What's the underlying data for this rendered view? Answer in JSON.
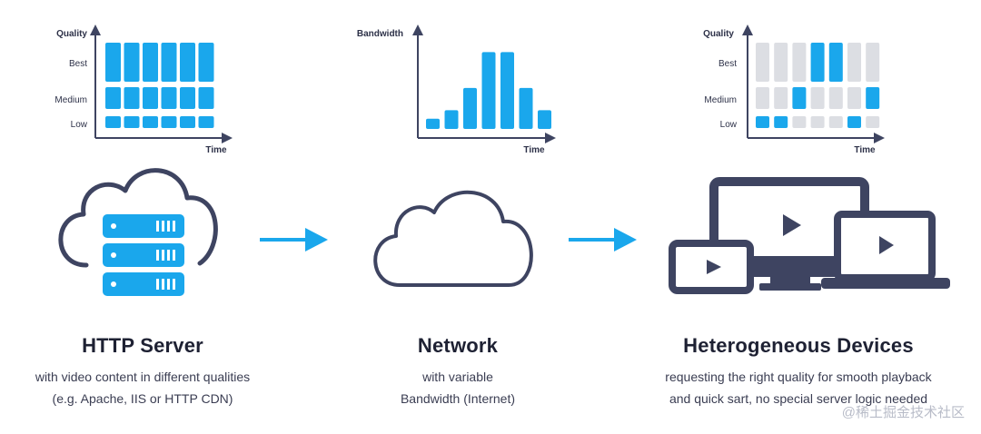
{
  "colors": {
    "accent": "#1aa7ec",
    "inactive": "#dcdee3",
    "ink": "#3e4461",
    "arrow": "#1aa7ec"
  },
  "charts": {
    "server": {
      "y_title": "Quality",
      "x_title": "Time",
      "levels": [
        "Best",
        "Medium",
        "Low"
      ]
    },
    "network": {
      "y_title": "Bandwidth",
      "x_title": "Time"
    },
    "devices": {
      "y_title": "Quality",
      "x_title": "Time",
      "levels": [
        "Best",
        "Medium",
        "Low"
      ]
    }
  },
  "chart_data": [
    {
      "type": "bar",
      "title": "",
      "ylabel": "Quality",
      "xlabel": "Time",
      "y_categories": [
        "Low",
        "Medium",
        "Best"
      ],
      "series": [
        {
          "values": [
            "Best",
            "Best",
            "Best",
            "Best",
            "Best",
            "Best"
          ]
        }
      ],
      "note_levels_available_per_slot": [
        "Low",
        "Medium",
        "Best"
      ]
    },
    {
      "type": "bar",
      "title": "",
      "ylabel": "Bandwidth",
      "xlabel": "Time",
      "ylim": [
        0,
        100
      ],
      "values": [
        12,
        22,
        48,
        90,
        90,
        48,
        22
      ]
    },
    {
      "type": "bar",
      "title": "",
      "ylabel": "Quality",
      "xlabel": "Time",
      "y_categories": [
        "Low",
        "Medium",
        "Best"
      ],
      "series": [
        {
          "values": [
            "Low",
            "Low",
            "Medium",
            "Best",
            "Best",
            "Low",
            "Medium"
          ]
        }
      ]
    }
  ],
  "icons": {
    "server": "cloud-server-icon",
    "network": "cloud-icon",
    "devices": "devices-icon"
  },
  "captions": {
    "server": {
      "title": "HTTP Server",
      "line1": "with video content in different qualities",
      "line2": "(e.g. Apache, IIS or HTTP CDN)"
    },
    "network": {
      "title": "Network",
      "line1": "with variable",
      "line2": "Bandwidth (Internet)"
    },
    "devices": {
      "title": "Heterogeneous Devices",
      "line1": "requesting the right quality for smooth playback",
      "line2": "and quick sart, no special server logic needed"
    }
  },
  "watermark": "@稀土掘金技术社区"
}
